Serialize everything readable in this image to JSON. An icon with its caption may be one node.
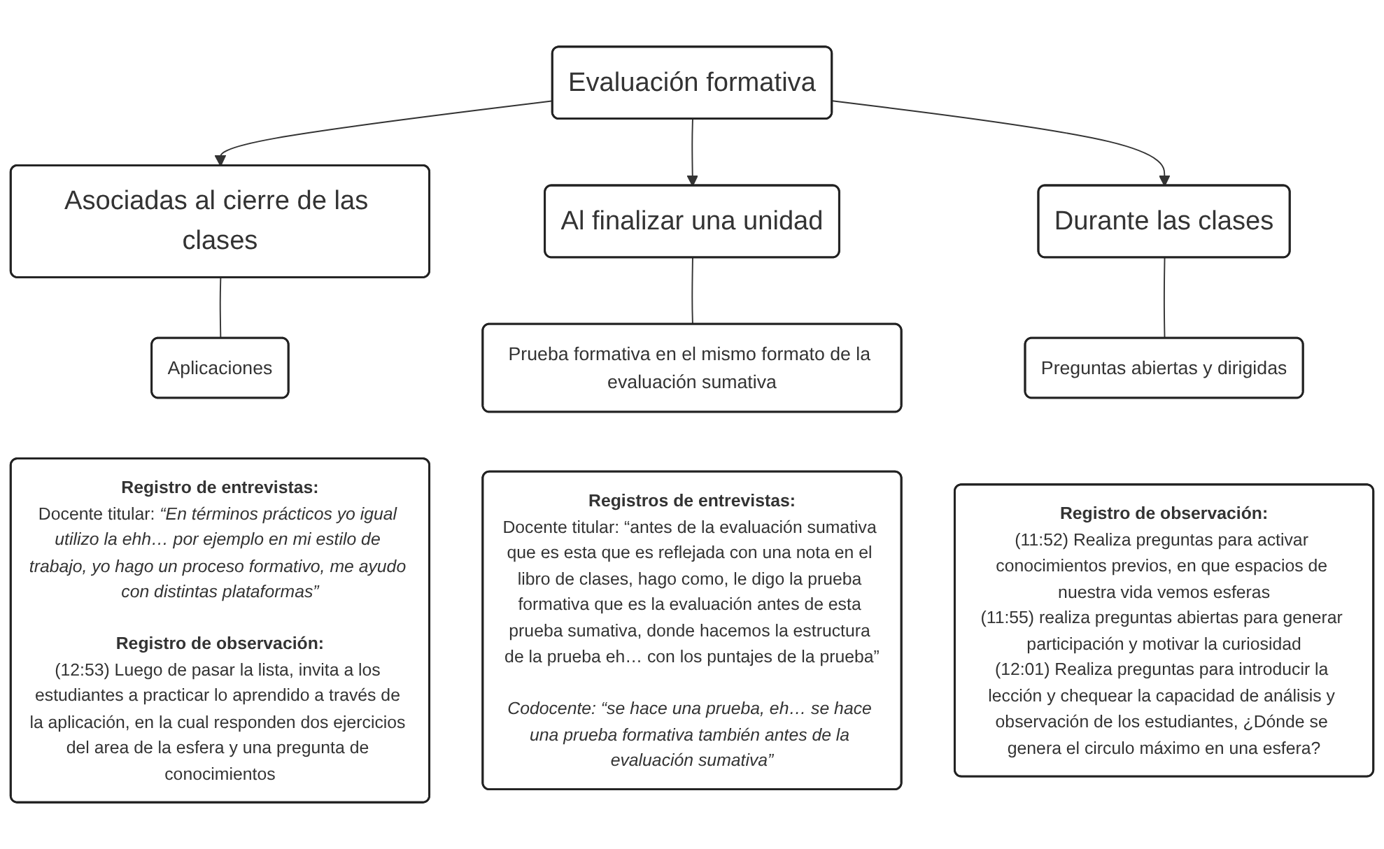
{
  "diagram": {
    "nodes": [
      {
        "text": [
          "Evaluación formativa"
        ]
      },
      {
        "text": [
          "Asociadas al cierre de las clases"
        ]
      },
      {
        "text": [
          "Al finalizar una unidad"
        ]
      },
      {
        "text": [
          "Durante las clases"
        ]
      },
      {
        "text": [
          "Aplicaciones"
        ]
      },
      {
        "text": [
          "Prueba formativa en el mismo formato de la evaluación sumativa"
        ]
      },
      {
        "text": [
          "Preguntas abiertas y dirigidas"
        ]
      },
      {
        "text": [
          "Registro de entrevistas:",
          "Docente titular: *“En términos prácticos yo igual utilizo la ehh… por ejemplo en mi estilo de trabajo, yo hago un proceso formativo, me ayudo con distintas plataformas”*",
          "Registro de observación:",
          "(12:53) Luego de pasar la lista, invita a los estudiantes a practicar lo aprendido a través de la aplicación, en la cual responden dos ejercicios del area de la esfera y una pregunta de conocimientos"
        ]
      },
      {
        "text": [
          "Registros de entrevistas:",
          "Docente titular: “antes de la evaluación sumativa que es esta que es reflejada con una nota en el libro de clases, hago como, le digo la prueba formativa que es la evaluación antes de esta prueba sumativa, donde hacemos la estructura de la prueba eh… con los puntajes de la prueba”",
          "Codocente: “se hace una prueba, eh… se hace una prueba formativa también antes de la evaluación sumativa”"
        ]
      },
      {
        "text": [
          "**Registro de observación**:",
          "(11:52) Realiza preguntas para activar conocimientos previos, en que espacios de nuestra vida vemos esferas",
          "(11:55) realiza preguntas abiertas para generar participación y motivar la curiosidad",
          "(12:01) Realiza preguntas para introducir la lección y chequear la capacidad de análisis y observación de los estudiantes, ¿Dónde se genera el circulo máximo en una esfera?"
        ]
      }
    ],
    "edges": [
      {
        "from": 0,
        "to": 1,
        "arrow": "to"
      },
      {
        "from": 0,
        "to": 2,
        "arrow": "to"
      },
      {
        "from": 0,
        "to": 3,
        "arrow": "to"
      },
      {
        "from": 1,
        "to": 4,
        "arrow": "none"
      },
      {
        "from": 2,
        "to": 5,
        "arrow": "none"
      },
      {
        "from": 3,
        "to": 6,
        "arrow": "none"
      }
    ]
  }
}
